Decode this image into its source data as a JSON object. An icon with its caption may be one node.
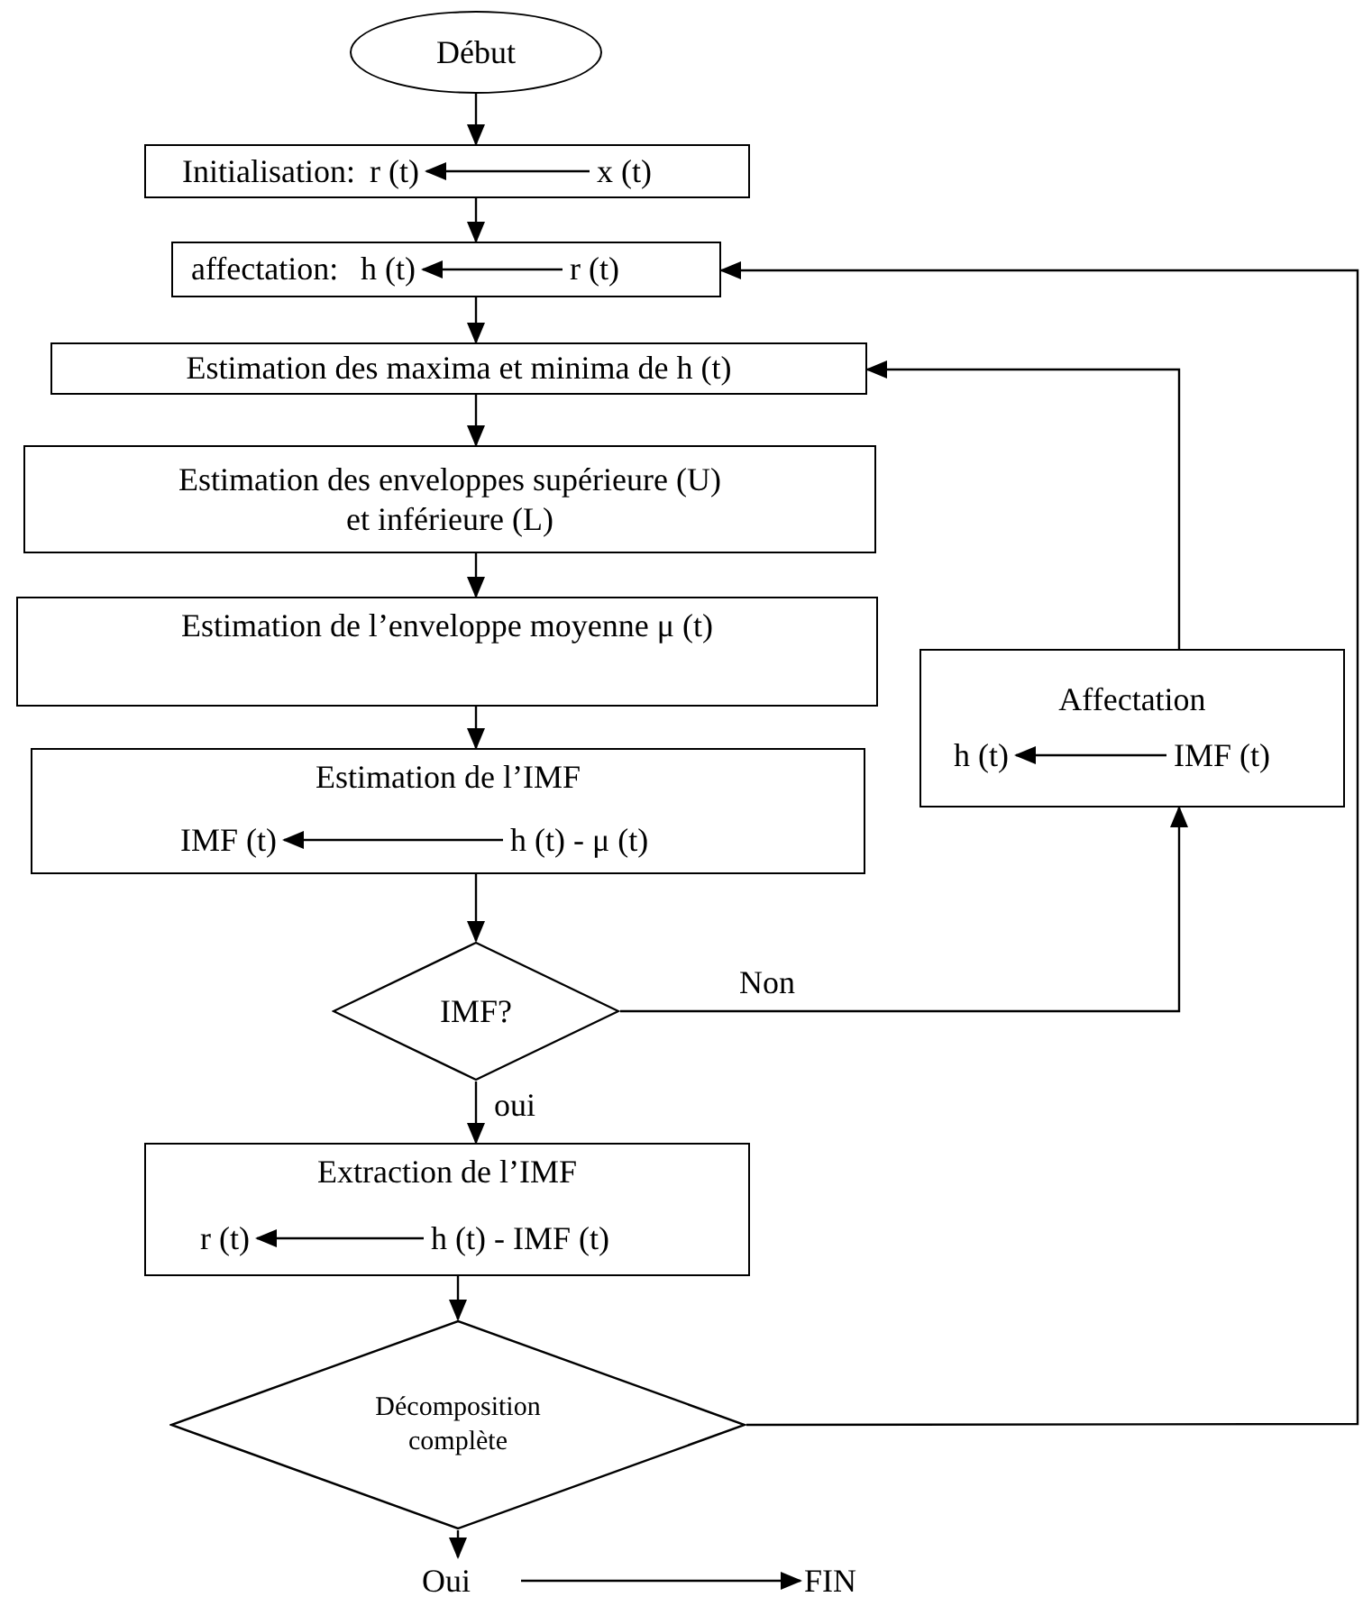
{
  "diagram": {
    "nodes": [
      {
        "text": [
          "Début"
        ]
      },
      {
        "text": [
          "Initialisation:"
        ]
      },
      {
        "text": [
          "r (t)"
        ],
        "in": 1
      },
      {
        "text": [
          "x (t)"
        ],
        "in": 1
      },
      {
        "text": [
          "affectation:"
        ]
      },
      {
        "text": [
          "h (t)"
        ],
        "in": 4
      },
      {
        "text": [
          "r (t)"
        ],
        "in": 4
      },
      {
        "text": [
          "Estimation des maxima et minima de h (t)"
        ]
      },
      {
        "text": [
          "Estimation des enveloppes supérieure (U) et inférieure (L)"
        ]
      },
      {
        "text": [
          "Estimation de l’enveloppe moyenne μ (t)"
        ]
      },
      {
        "text": [
          "Estimation de l’IMF"
        ]
      },
      {
        "text": [
          "IMF (t)"
        ],
        "in": 10
      },
      {
        "text": [
          "h (t) - μ (t)"
        ],
        "in": 10
      },
      {
        "text": [
          "IMF?"
        ]
      },
      {
        "text": [
          "Affectation"
        ]
      },
      {
        "text": [
          "h (t)"
        ],
        "in": 14
      },
      {
        "text": [
          "IMF (t)"
        ],
        "in": 14
      },
      {
        "text": [
          "Extraction de l’IMF"
        ]
      },
      {
        "text": [
          "r (t)"
        ],
        "in": 17
      },
      {
        "text": [
          "h (t) - IMF (t)"
        ],
        "in": 17
      },
      {
        "text": [
          "Décomposition complète"
        ]
      },
      {
        "text": [
          "Oui"
        ]
      },
      {
        "text": [
          "FIN"
        ]
      }
    ],
    "edges": [
      {
        "from": 0,
        "to": 1,
        "arrow": "to"
      },
      {
        "from": 3,
        "to": 2,
        "arrow": "to"
      },
      {
        "from": 1,
        "to": 4,
        "arrow": "to"
      },
      {
        "from": 6,
        "to": 5,
        "arrow": "to"
      },
      {
        "from": 4,
        "to": 7,
        "arrow": "to"
      },
      {
        "from": 7,
        "to": 8,
        "arrow": "to"
      },
      {
        "from": 8,
        "to": 9,
        "arrow": "to"
      },
      {
        "from": 9,
        "to": 10,
        "arrow": "to"
      },
      {
        "from": 12,
        "to": 11,
        "arrow": "to"
      },
      {
        "from": 10,
        "to": 13,
        "arrow": "to"
      },
      {
        "from": 13,
        "to": 14,
        "arrow": "to",
        "label": "Non"
      },
      {
        "from": 16,
        "to": 15,
        "arrow": "to"
      },
      {
        "from": 14,
        "to": 7,
        "arrow": "to"
      },
      {
        "from": 13,
        "to": 17,
        "arrow": "to",
        "label": "oui"
      },
      {
        "from": 19,
        "to": 18,
        "arrow": "to"
      },
      {
        "from": 17,
        "to": 20,
        "arrow": "to"
      },
      {
        "from": 20,
        "to": 4,
        "arrow": "to"
      },
      {
        "from": 20,
        "to": 21,
        "arrow": "to"
      },
      {
        "from": 21,
        "to": 22,
        "arrow": "to"
      }
    ]
  }
}
